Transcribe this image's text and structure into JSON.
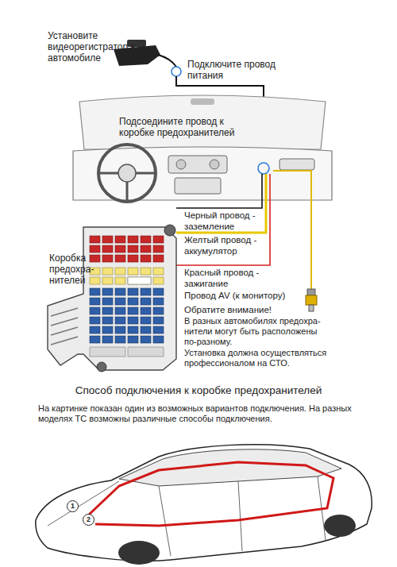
{
  "diagram": {
    "nodes": [
      {
        "text": [
          "1"
        ]
      },
      {
        "text": [
          "2"
        ]
      }
    ],
    "labels": [
      "Установите видеорегистратор в автомобиле",
      "Подключите провод питания",
      "Подсоедините провод к коробке предохранителей",
      "Коробка предохра- нителей",
      "Черный провод - заземление",
      "Желтый провод - аккумулятор",
      "Красный провод - зажигание",
      "Провод AV (к монитору)",
      "Обратите внимание!",
      "В разных автомобилях предохра- нители могут быть расположены по-разному.",
      "Установка должна осуществляться профессионалом на СТО.",
      "Способ подключения к коробке предохранителей",
      "На картинке показан один из возможных вариантов подключения. На разных моделях ТС возможны различные способы подключения."
    ]
  }
}
